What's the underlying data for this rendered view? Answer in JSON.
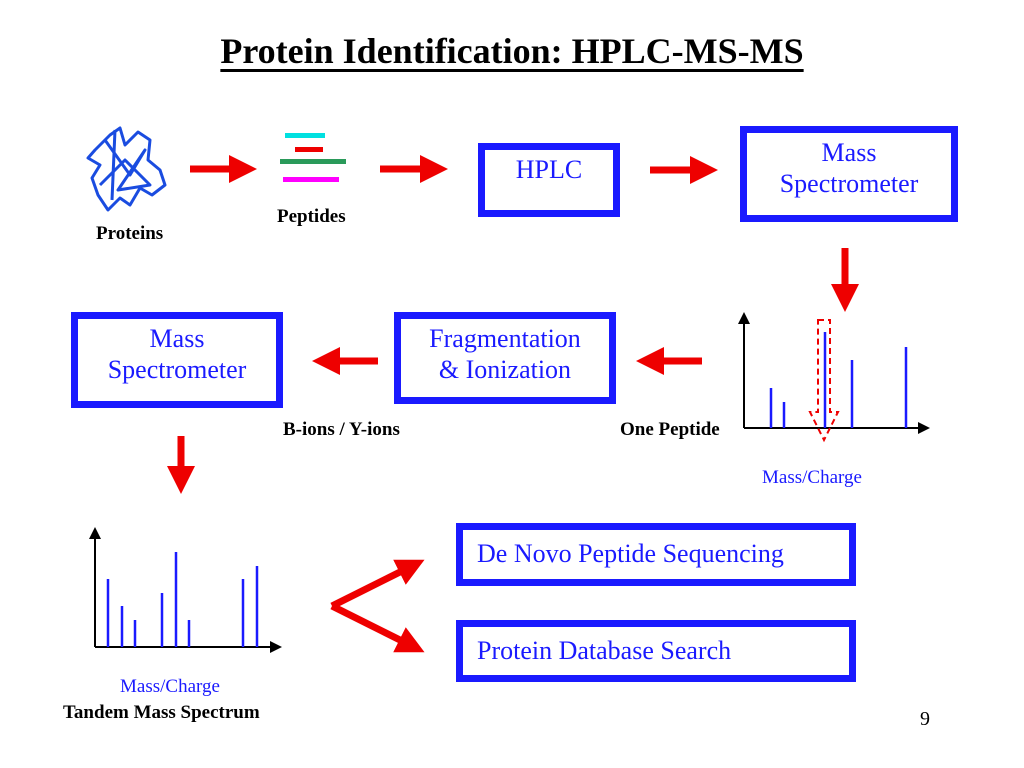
{
  "slide": {
    "title": "Protein Identification: HPLC-MS-MS",
    "page_number": "9"
  },
  "labels": {
    "proteins": "Proteins",
    "peptides": "Peptides",
    "b_y_ions": "B-ions / Y-ions",
    "one_peptide": "One Peptide",
    "mass_charge_top": "Mass/Charge",
    "mass_charge_bottom": "Mass/Charge",
    "tandem_spectrum": "Tandem Mass Spectrum"
  },
  "boxes": {
    "hplc": {
      "line1": "HPLC"
    },
    "ms1": {
      "line1": "Mass",
      "line2": "Spectrometer"
    },
    "fragmentation": {
      "line1": "Fragmentation",
      "line2": "& Ionization"
    },
    "ms2": {
      "line1": "Mass",
      "line2": "Spectrometer"
    },
    "denovo": {
      "line1": "De Novo Peptide Sequencing"
    },
    "dbsearch": {
      "line1": "Protein Database Search"
    }
  },
  "colors": {
    "box_border": "#1a1aff",
    "arrow": "#ee0000",
    "peptide_bars": [
      "#00e0e0",
      "#ee0000",
      "#2a9a5a",
      "#ff00ff"
    ]
  }
}
